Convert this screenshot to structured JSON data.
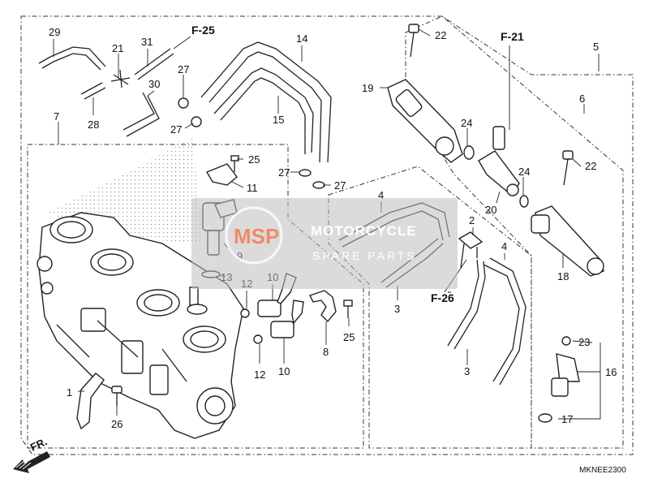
{
  "diagram": {
    "part_numbers": [
      "29",
      "21",
      "31",
      "27",
      "30",
      "28",
      "27",
      "14",
      "15",
      "7",
      "25",
      "11",
      "9",
      "13",
      "12",
      "10",
      "12",
      "10",
      "8",
      "25",
      "27",
      "27",
      "1",
      "26",
      "4",
      "4",
      "3",
      "3",
      "2",
      "19",
      "22",
      "24",
      "20",
      "24",
      "22",
      "6",
      "5",
      "18",
      "23",
      "16",
      "17"
    ],
    "refs": {
      "f25": "F-25",
      "f21": "F-21",
      "f26": "F-26"
    },
    "direction_label": "FR.",
    "diagram_code": "MKNEE2300"
  },
  "watermark": {
    "logo": "MSP",
    "line1": "MOTORCYCLE",
    "line2": "SPARE PARTS"
  }
}
